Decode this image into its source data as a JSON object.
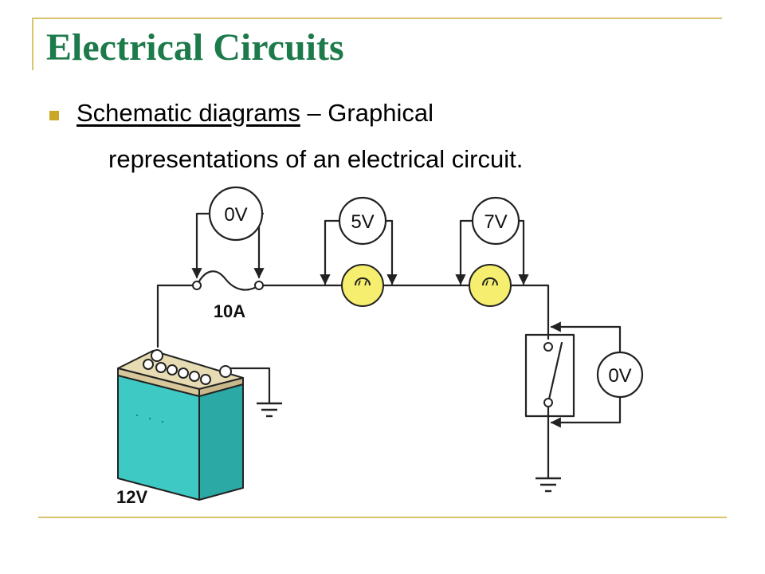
{
  "slide": {
    "title": "Electrical Circuits",
    "bullet": {
      "term": "Schematic diagrams",
      "rest": " – Graphical",
      "continuation": "representations of an electrical circuit."
    }
  },
  "diagram": {
    "voltmeter_fuse": "0V",
    "voltmeter_lamp1": "5V",
    "voltmeter_lamp2": "7V",
    "voltmeter_switch": "0V",
    "fuse_rating": "10A",
    "battery_voltage": "12V"
  },
  "colors": {
    "title": "#1d7a4b",
    "accent": "#c9a727",
    "lamp": "#f5ee6e",
    "battery": "#3ec9c4"
  }
}
